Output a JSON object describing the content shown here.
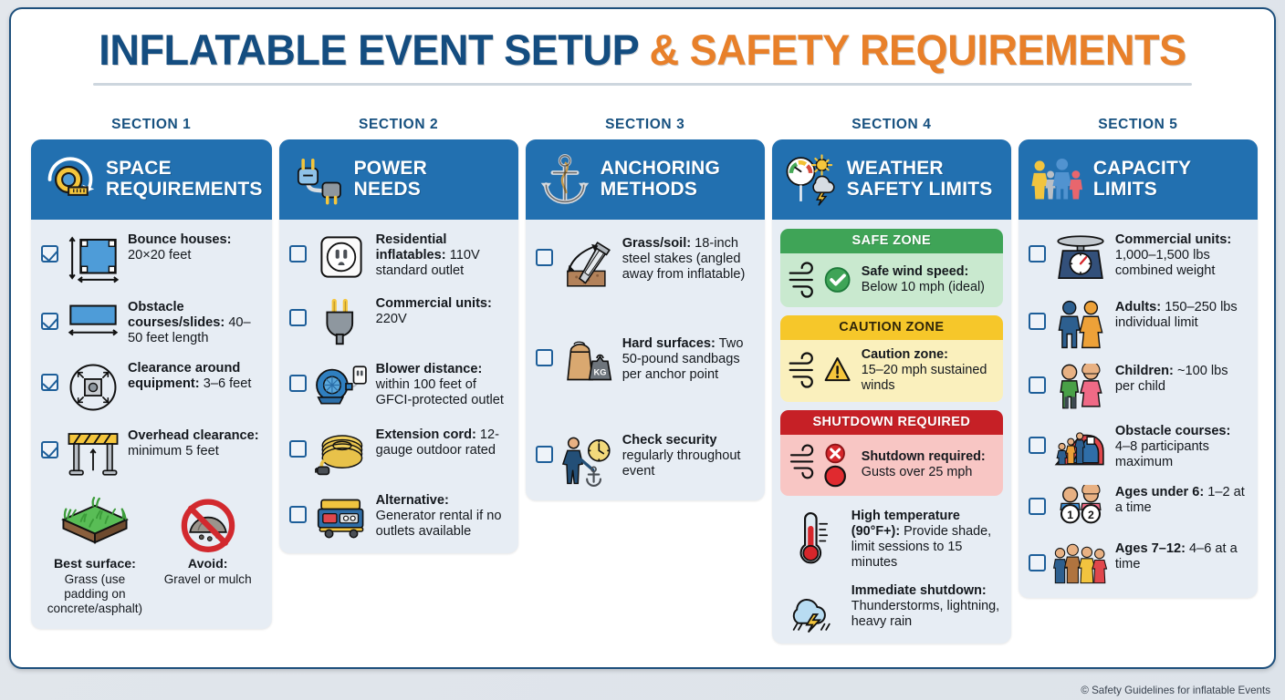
{
  "title": {
    "blue": "INFLATABLE EVENT SETUP ",
    "orange": "& SAFETY REQUIREMENTS"
  },
  "footer": "© Safety Guidelines for inflatable Events",
  "colors": {
    "header_blue": "#2270b0",
    "title_blue": "#144d80",
    "title_orange": "#e8802a",
    "card_body": "#e7edf4",
    "safe_green": "#3fa457",
    "caution_yellow": "#f6c72a",
    "shutdown_red": "#c62026"
  },
  "sections": [
    {
      "label": "SECTION 1",
      "title_line1": "SPACE",
      "title_line2": "REQUIREMENTS",
      "icon": "tape-measure-icon",
      "items": [
        {
          "checked": true,
          "icon": "square-dimensions-icon",
          "bold": "Bounce houses:",
          "rest": " 20×20 feet"
        },
        {
          "checked": true,
          "icon": "rectangle-length-icon",
          "bold": "Obstacle courses/slides:",
          "rest": " 40–50 feet length"
        },
        {
          "checked": true,
          "icon": "clearance-circle-icon",
          "bold": "Clearance around equipment:",
          "rest": " 3–6 feet"
        },
        {
          "checked": true,
          "icon": "overhead-barrier-icon",
          "bold": "Overhead clearance:",
          "rest": " minimum 5 feet"
        }
      ],
      "surfaces": [
        {
          "icon": "grass-patch-icon",
          "bold": "Best surface:",
          "rest": "Grass (use padding on concrete/asphalt)"
        },
        {
          "icon": "no-gravel-icon",
          "bold": "Avoid:",
          "rest": "Gravel or mulch"
        }
      ]
    },
    {
      "label": "SECTION 2",
      "title_line1": "POWER",
      "title_line2": "NEEDS",
      "icon": "plug-cord-icon",
      "items": [
        {
          "checked": false,
          "icon": "wall-outlet-icon",
          "bold": "Residential inflatables:",
          "rest": " 110V standard outlet"
        },
        {
          "checked": false,
          "icon": "power-plug-icon",
          "bold": "Commercial units:",
          "rest": " 220V"
        },
        {
          "checked": false,
          "icon": "blower-icon",
          "bold": "Blower distance:",
          "rest": " within 100 feet of GFCI-protected outlet"
        },
        {
          "checked": false,
          "icon": "extension-cord-icon",
          "bold": "Extension cord:",
          "rest": " 12-gauge outdoor rated"
        },
        {
          "checked": false,
          "icon": "generator-icon",
          "bold": "Alternative:",
          "rest": " Generator rental if no outlets available"
        }
      ]
    },
    {
      "label": "SECTION 3",
      "title_line1": "ANCHORING",
      "title_line2": "METHODS",
      "icon": "anchor-icon",
      "items": [
        {
          "checked": false,
          "icon": "stake-ground-icon",
          "bold": "Grass/soil:",
          "rest": " 18-inch steel stakes (angled away from inflatable)"
        },
        {
          "checked": false,
          "icon": "sandbag-weight-icon",
          "bold": "Hard surfaces:",
          "rest": " Two 50-pound sandbags per anchor point"
        },
        {
          "checked": false,
          "icon": "person-clock-anchor-icon",
          "bold": "Check security",
          "rest": " regularly throughout event"
        }
      ]
    },
    {
      "label": "SECTION 4",
      "title_line1": "WEATHER",
      "title_line2": "SAFETY LIMITS",
      "icon": "gauge-sun-storm-icon",
      "zones": [
        {
          "kind": "safe",
          "head": "SAFE ZONE",
          "icon": "wind-check-icon",
          "bold": "Safe wind speed:",
          "rest": "Below 10 mph (ideal)"
        },
        {
          "kind": "caution",
          "head": "CAUTION ZONE",
          "icon": "wind-warning-icon",
          "bold": "Caution zone:",
          "rest": "15–20 mph sustained winds"
        },
        {
          "kind": "shut",
          "head": "SHUTDOWN REQUIRED",
          "icon": "wind-stop-icon",
          "bold": "Shutdown required:",
          "rest": "Gusts over 25 mph"
        }
      ],
      "extras": [
        {
          "icon": "thermometer-icon",
          "bold": "High temperature (90°F+):",
          "rest": " Provide shade, limit sessions to 15 minutes"
        },
        {
          "icon": "storm-cloud-icon",
          "bold": "Immediate shutdown:",
          "rest": " Thunderstorms, lightning, heavy rain"
        }
      ]
    },
    {
      "label": "SECTION 5",
      "title_line1": "CAPACITY",
      "title_line2": "LIMITS",
      "icon": "family-group-icon",
      "items": [
        {
          "checked": false,
          "icon": "weight-scale-icon",
          "bold": "Commercial units:",
          "rest": " 1,000–1,500 lbs combined weight"
        },
        {
          "checked": false,
          "icon": "two-adults-icon",
          "bold": "Adults:",
          "rest": " 150–250 lbs individual limit"
        },
        {
          "checked": false,
          "icon": "two-children-icon",
          "bold": "Children:",
          "rest": " ~100 lbs per child"
        },
        {
          "checked": false,
          "icon": "slide-queue-icon",
          "bold": "Obstacle courses:",
          "rest": " 4–8 participants maximum"
        },
        {
          "checked": false,
          "icon": "toddlers-12-icon",
          "bold": "Ages under 6:",
          "rest": " 1–2 at a time"
        },
        {
          "checked": false,
          "icon": "kids-group-icon",
          "bold": "Ages 7–12:",
          "rest": " 4–6 at a time"
        }
      ]
    }
  ]
}
